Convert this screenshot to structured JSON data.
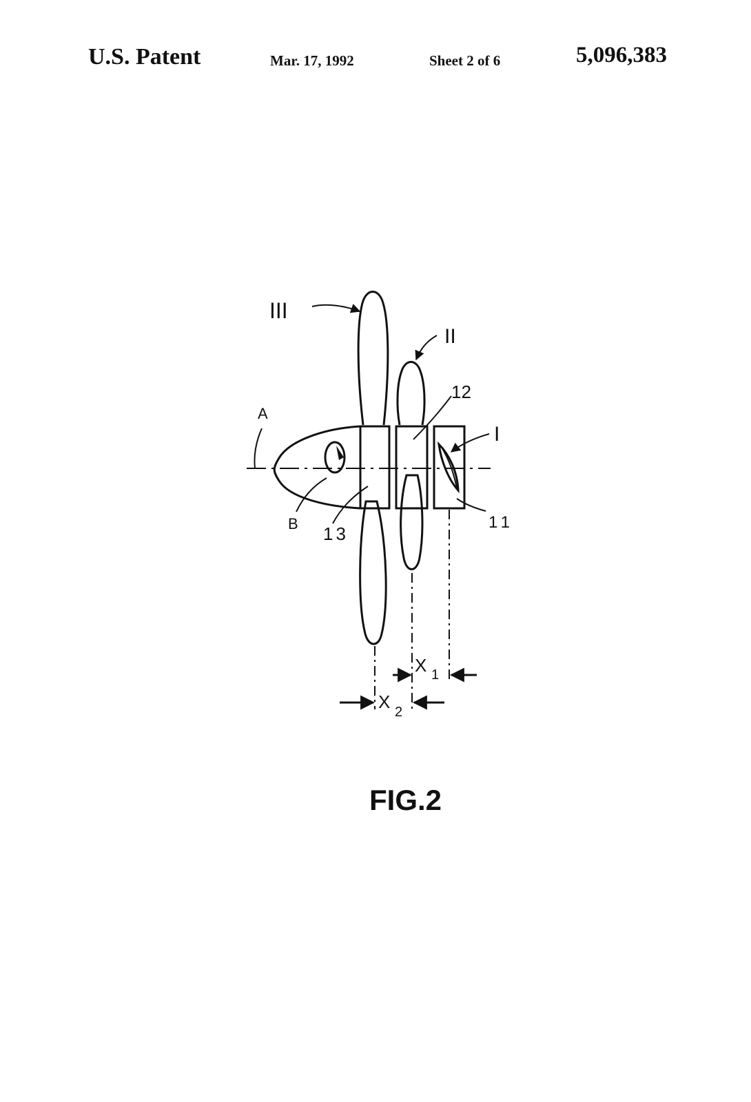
{
  "header": {
    "title": "U.S. Patent",
    "date": "Mar. 17, 1992",
    "sheet": "Sheet 2 of 6",
    "patent_number": "5,096,383"
  },
  "figure": {
    "caption": "FIG.2",
    "labels": {
      "lobe_III": "III",
      "lobe_II": "II",
      "lobe_I": "I",
      "axis_A": "A",
      "rotation_B": "B",
      "ref_11": "11",
      "ref_12": "12",
      "ref_13": "13",
      "dim_x1": "X",
      "dim_x1_sub": "1",
      "dim_x2": "X",
      "dim_x2_sub": "2"
    }
  },
  "colors": {
    "ink": "#111111",
    "paper": "#ffffff"
  }
}
